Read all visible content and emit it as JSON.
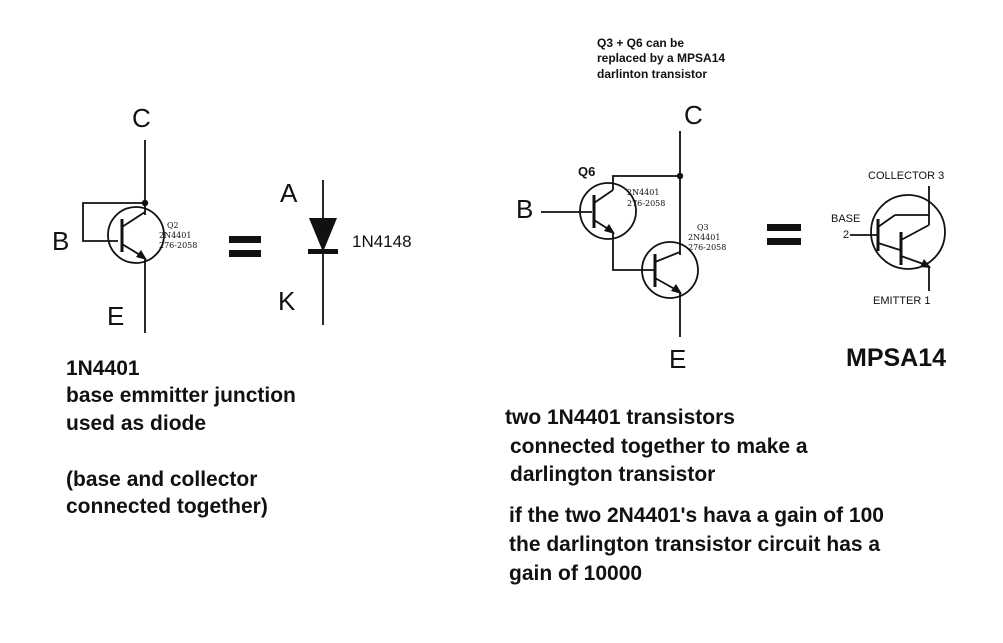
{
  "left": {
    "pin_c": "C",
    "pin_b": "B",
    "pin_e": "E",
    "q_ref": "Q2",
    "q_part": "2N4401",
    "q_code": "276-2058",
    "equals": "=",
    "diode_anode": "A",
    "diode_cathode": "K",
    "diode_part": "1N4148",
    "caption": [
      "1N4401",
      "base emmitter junction",
      "used as diode",
      "",
      "(base and collector",
      "connected together)"
    ]
  },
  "right": {
    "note": [
      "Q3 + Q6 can be",
      "replaced by a MPSA14",
      "darlinton transistor"
    ],
    "pin_c": "C",
    "pin_b": "B",
    "pin_e": "E",
    "q6_ref": "Q6",
    "q6_part": "2N4401",
    "q6_code": "276-2058",
    "q3_ref": "Q3",
    "q3_part": "2N4401",
    "q3_code": "276-2058",
    "equals": "=",
    "collector_label": "COLLECTOR 3",
    "base_label": "BASE",
    "base_pin": "2",
    "emitter_label": "EMITTER 1",
    "device": "MPSA14",
    "caption_a": [
      "two 1N4401 transistors",
      "connected together to make a",
      "darlington transistor"
    ],
    "caption_b": [
      "if the two 2N4401's hava a gain of 100",
      "the darlington transistor circuit has a",
      "gain of 10000"
    ]
  }
}
